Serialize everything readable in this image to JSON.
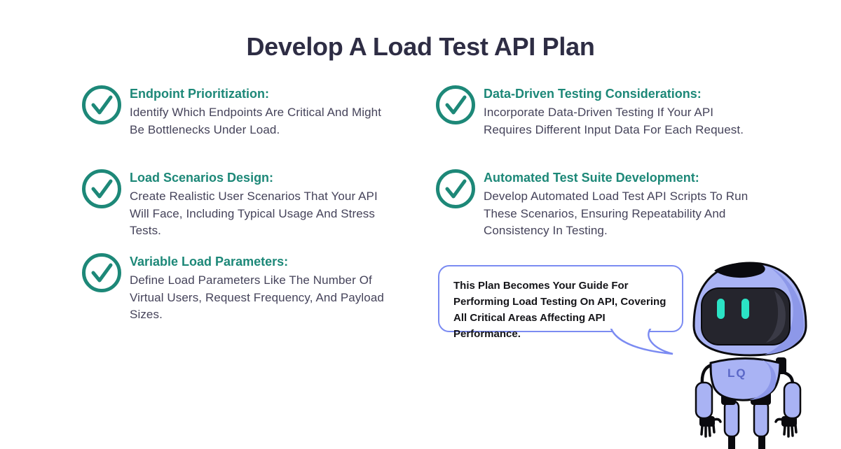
{
  "title": "Develop A Load Test API Plan",
  "checklist": {
    "left": [
      {
        "heading": "Endpoint Prioritization:",
        "body": "Identify Which Endpoints Are Critical And Might Be Bottlenecks Under Load."
      },
      {
        "heading": "Load Scenarios Design:",
        "body": "Create Realistic User Scenarios That Your API Will Face, Including Typical Usage And Stress Tests."
      },
      {
        "heading": "Variable Load Parameters:",
        "body": "Define Load Parameters Like The Number Of Virtual Users, Request Frequency, And Payload Sizes."
      }
    ],
    "right": [
      {
        "heading": "Data-Driven Testing Considerations:",
        "body": "Incorporate Data-Driven Testing If Your API Requires Different Input Data For Each Request."
      },
      {
        "heading": "Automated Test Suite Development:",
        "body": "Develop Automated Load Test API Scripts To Run These Scenarios, Ensuring Repeatability And Consistency In Testing."
      }
    ]
  },
  "speech_bubble": {
    "text": "This Plan Becomes Your Guide For Performing Load Testing On API, Covering All Critical Areas Affecting API Performance."
  },
  "robot": {
    "logo_text": "LQ"
  },
  "colors": {
    "accent_teal": "#1d8878",
    "title_navy": "#2e2d44",
    "body_text": "#45435a",
    "bubble_border": "#7b8bf2",
    "robot_main": "#a9b3f4",
    "robot_shade": "#8d98e9",
    "robot_visor": "#25252d",
    "robot_eyes": "#2be3c5",
    "robot_logo": "#5a67c7"
  }
}
